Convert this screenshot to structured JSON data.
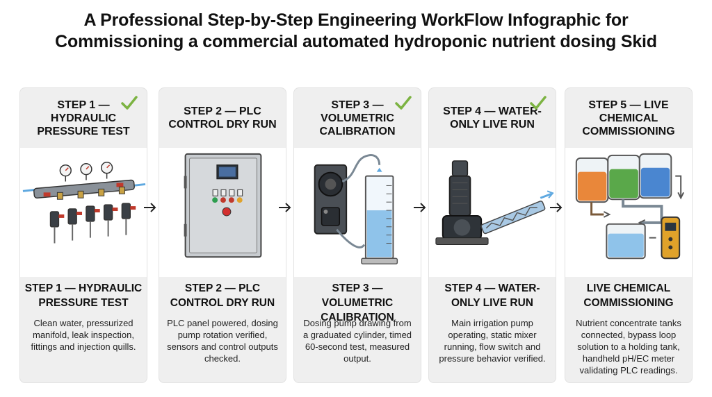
{
  "title": {
    "line1": "A Professional Step-by-Step Engineering WorkFlow Infographic for",
    "line2": "Commissioning a commercial automated hydroponic nutrient dosing Skid"
  },
  "steps": [
    {
      "header": "STEP 1 — HYDRAULIC PRESSURE TEST",
      "subtitle": "STEP 1 — HYDRAULIC PRESSURE TEST",
      "description": "Clean water, pressurized manifold, leak inspection, fittings and injection quills.",
      "checked": true,
      "icon": "pressure-manifold"
    },
    {
      "header": "STEP 2 — PLC CONTROL DRY RUN",
      "subtitle": "STEP 2 — PLC CONTROL DRY RUN",
      "description": "PLC panel powered, dosing pump rotation verified, sensors and control outputs checked.",
      "checked": false,
      "icon": "plc-panel"
    },
    {
      "header": "STEP 3 — VOLUMETRIC CALIBRATION",
      "subtitle": "STEP 3 — VOLUMETRIC CALIBRATION",
      "description": "Dosing pump drawing from a graduated cylinder, timed 60-second test, measured output.",
      "checked": true,
      "icon": "dosing-pump-cylinder"
    },
    {
      "header": "STEP 4 — WATER-ONLY LIVE RUN",
      "subtitle": "STEP 4 — WATER-ONLY LIVE RUN",
      "description": "Main irrigation pump operating, static mixer running, flow switch and pressure behavior verified.",
      "checked": true,
      "icon": "irrigation-pump"
    },
    {
      "header": "STEP 5 — LIVE CHEMICAL COMMISSIONING",
      "subtitle": "LIVE CHEMICAL COMMISSIONING",
      "description": "Nutrient concentrate tanks connected, bypass loop solution to a holding tank, handheld pH/EC meter validating PLC readings.",
      "checked": false,
      "icon": "nutrient-tanks"
    }
  ],
  "colors": {
    "check": "#7cb342",
    "card_bg": "#efefef",
    "water": "#5ea8e0"
  }
}
